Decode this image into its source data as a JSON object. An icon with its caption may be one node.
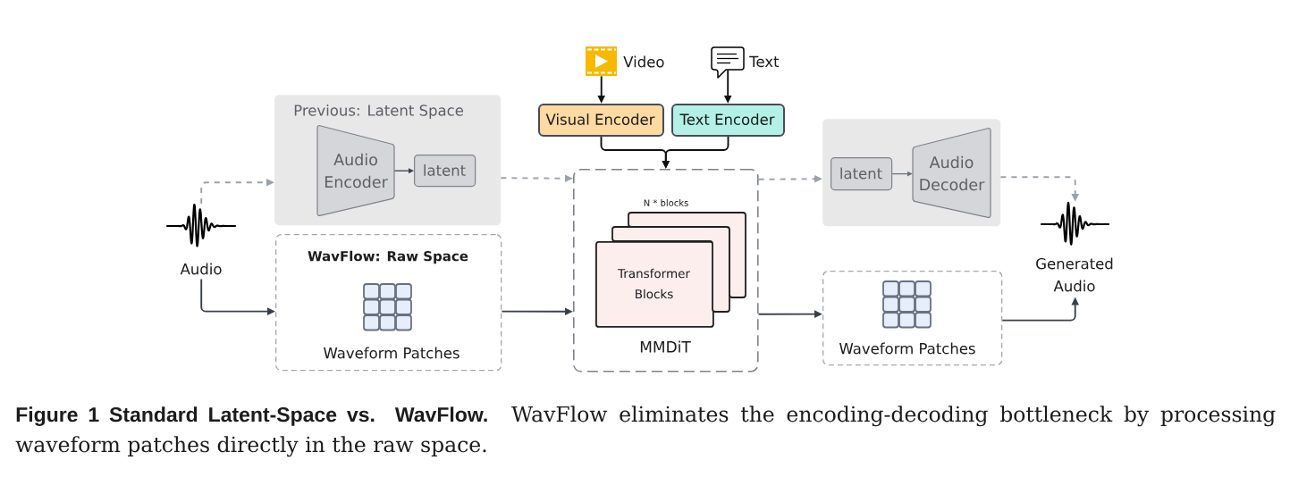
{
  "diagram": {
    "caption": "**Figure 1 Standard Latent-Space vs. WavFlow.** WavFlow eliminates the encoding-decoding bottleneck by processing waveform patches directly in the raw space.",
    "nodes": [
      {
        "text": [],
        "shape": "picture",
        "beside": [
          "Video"
        ]
      },
      {
        "text": [],
        "shape": "picture",
        "beside": [
          "Text"
        ]
      },
      {
        "text": [
          "Visual Encoder"
        ]
      },
      {
        "text": [
          "Text Encoder"
        ]
      },
      {
        "text": [
          "Previous: Latent Space"
        ]
      },
      {
        "text": [
          "Audio Encoder"
        ],
        "in": 4
      },
      {
        "text": [
          "latent"
        ],
        "in": 4
      },
      {
        "text": [
          "Audio"
        ]
      },
      {
        "text": [
          "WavFlow: Raw Space",
          "Waveform Patches"
        ]
      },
      {
        "text": [
          "MMDiT"
        ]
      },
      {
        "text": [
          "Transformer Blocks"
        ],
        "in": 9,
        "beside": [
          "N * blocks"
        ]
      },
      {
        "text": [],
        "shape": "box"
      },
      {
        "text": [
          "latent"
        ],
        "in": 11
      },
      {
        "text": [
          "Audio Decoder"
        ],
        "in": 11
      },
      {
        "text": [
          "Waveform Patches"
        ]
      },
      {
        "text": [
          "Generated Audio"
        ]
      }
    ],
    "edges": [
      {
        "from": 0,
        "to": 2,
        "arrow": "to",
        "color": "#111111"
      },
      {
        "from": 1,
        "to": 3,
        "arrow": "to",
        "color": "#111111"
      },
      {
        "from": 2,
        "to": 9,
        "arrow": "to",
        "color": "#111111"
      },
      {
        "from": 3,
        "to": 9,
        "arrow": "to",
        "color": "#111111"
      },
      {
        "from": 7,
        "to": 4,
        "arrow": "to",
        "style": "dashed",
        "color": "#9ba2aa"
      },
      {
        "from": 5,
        "to": 6,
        "arrow": "to"
      },
      {
        "from": 4,
        "to": 9,
        "arrow": "to",
        "style": "dashed",
        "color": "#9ba2aa"
      },
      {
        "from": 7,
        "to": 8,
        "arrow": "to"
      },
      {
        "from": 8,
        "to": 9,
        "arrow": "to"
      },
      {
        "from": 9,
        "to": 11,
        "arrow": "to",
        "style": "dashed",
        "color": "#9ba2aa"
      },
      {
        "from": 12,
        "to": 13,
        "arrow": "to",
        "color": "#6e737b"
      },
      {
        "from": 11,
        "to": 15,
        "arrow": "to",
        "style": "dashed",
        "color": "#9ba2aa"
      },
      {
        "from": 9,
        "to": 14,
        "arrow": "to"
      },
      {
        "from": 14,
        "to": 15,
        "arrow": "to"
      }
    ]
  }
}
